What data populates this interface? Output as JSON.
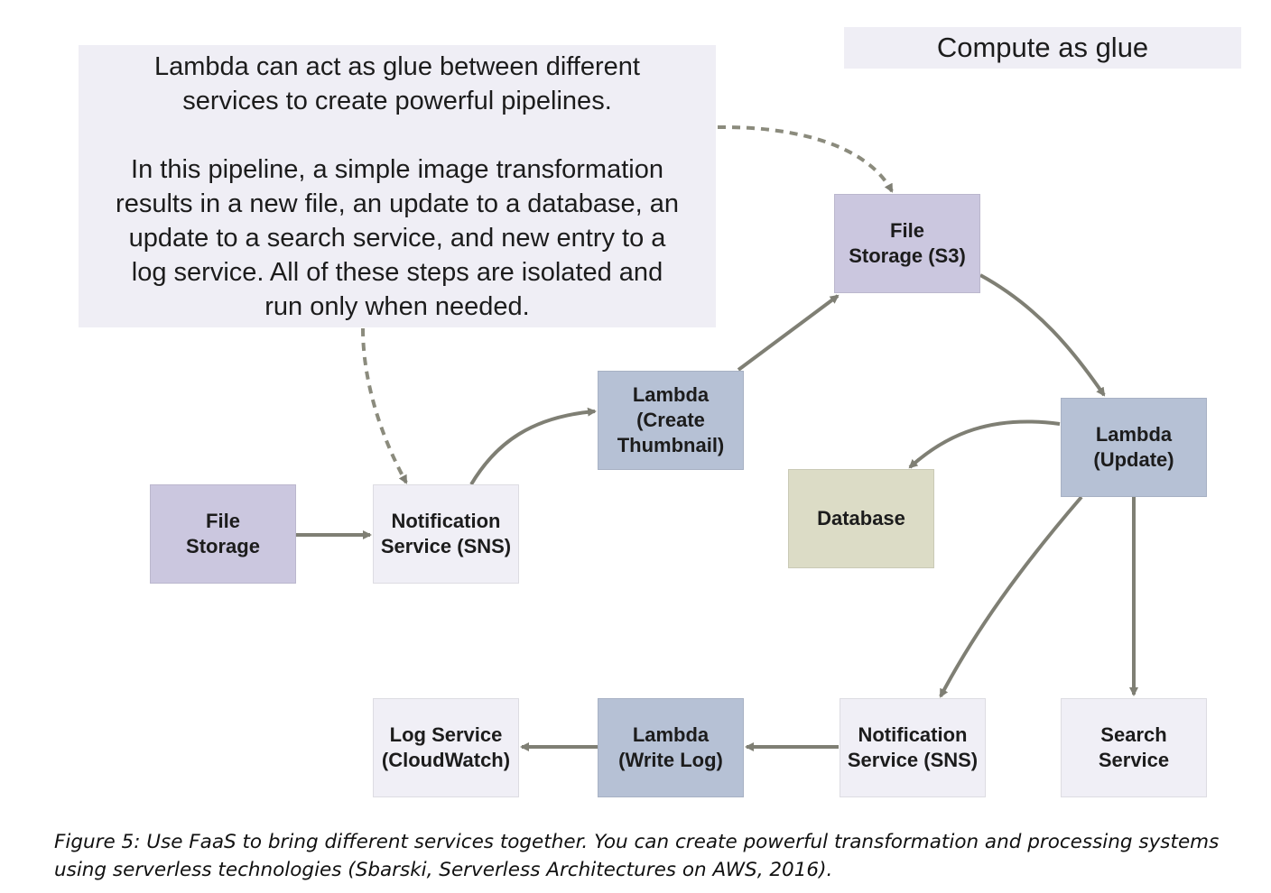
{
  "title": "Compute as glue",
  "description": {
    "line1": "Lambda can act as glue between different",
    "line2": "services to create powerful pipelines.",
    "line3": "In this pipeline, a simple image transformation",
    "line4": "results in a new file, an update to a database, an",
    "line5": "update to a search service, and new entry to a",
    "line6": "log service. All of these steps are isolated and",
    "line7": "run only when needed."
  },
  "nodes": {
    "file_storage": "File\nStorage",
    "notification_top": "Notification\nService (SNS)",
    "lambda_thumbnail": "Lambda\n(Create\nThumbnail)",
    "file_storage_s3": "File\nStorage (S3)",
    "lambda_update": "Lambda\n(Update)",
    "database": "Database",
    "notification_bottom": "Notification\nService (SNS)",
    "search_service": "Search\nService",
    "lambda_write_log": "Lambda\n(Write Log)",
    "log_service": "Log Service\n(CloudWatch)"
  },
  "caption": {
    "line1": "Figure 5: Use FaaS to bring different services together. You can create powerful transformation and processing systems",
    "line2": "using serverless technologies (Sbarski, Serverless Architectures on AWS, 2016)."
  },
  "colors": {
    "storage": "#cbc7df",
    "lambda": "#b6c1d5",
    "service": "#f0eff6",
    "database": "#dcdcc6",
    "arrow": "#7f7f74"
  }
}
